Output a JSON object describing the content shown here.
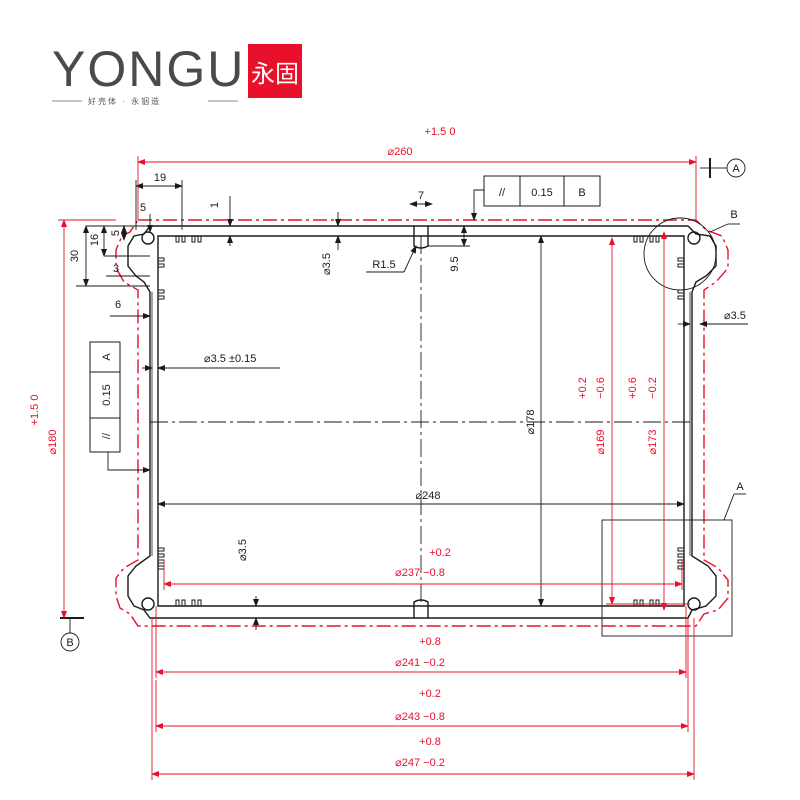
{
  "brand": {
    "name": "YONGU",
    "mark": "永固",
    "tagline": "好壳体 · 永铟造"
  },
  "colors": {
    "outline": "#1a1a1a",
    "dimension": "#e8102a",
    "logo_red": "#e8102a"
  },
  "datums": {
    "a": "A",
    "b": "B"
  },
  "details": {
    "a": "A",
    "b": "B"
  },
  "tolerance_frames": [
    {
      "symbol": "//",
      "value": "0.15",
      "datum": "B"
    },
    {
      "symbol": "//",
      "value": "0.15",
      "datum": "A"
    }
  ],
  "dims": {
    "w260": "⌀260",
    "w260_tol": "+1.5  0",
    "h180": "⌀180",
    "h180_tol": "+1.5  0",
    "d19": "19",
    "d1": "1",
    "d7": "7",
    "d5": "5",
    "d16": "16",
    "d5b": "5",
    "d30": "30",
    "d3": "3",
    "d6": "6",
    "r15": "R1.5",
    "d95": "9.5",
    "t35_top": "⌀3.5",
    "t35_right": "⌀3.5",
    "t35_bottom": "⌀3.5",
    "t35_left": "⌀3.5 ±0.15",
    "h178": "⌀178",
    "w248": "⌀248",
    "h169": "⌀169",
    "h169_upper": "+0.2",
    "h169_lower": "−0.6",
    "h173": "⌀173",
    "h173_upper": "+0.6",
    "h173_lower": "−0.2",
    "w237": "⌀237 −0.8",
    "w237_upper": "+0.2",
    "w241": "⌀241 −0.2",
    "w241_upper": "+0.8",
    "w243": "⌀243 −0.8",
    "w243_upper": "+0.2",
    "w247": "⌀247 −0.2",
    "w247_upper": "+0.8"
  }
}
